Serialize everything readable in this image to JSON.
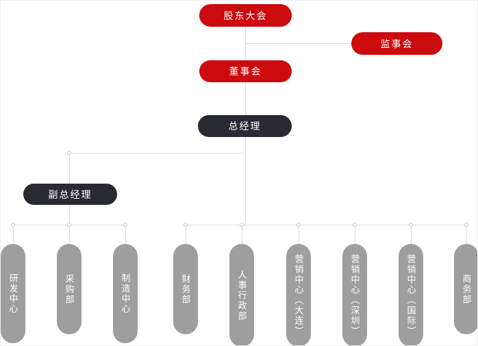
{
  "nodes": {
    "shareholders_meeting": "股东大会",
    "supervisory_board": "监事会",
    "board_of_directors": "董事会",
    "general_manager": "总经理",
    "deputy_general_manager": "副总经理"
  },
  "departments": [
    {
      "label": "研发中心"
    },
    {
      "label": "采购部"
    },
    {
      "label": "制造中心"
    },
    {
      "label": "财务部"
    },
    {
      "label": "人事行政部"
    },
    {
      "label": "营销中心（大连）"
    },
    {
      "label": "营销中心（深圳）"
    },
    {
      "label": "营销中心（国际）"
    },
    {
      "label": "商务部"
    }
  ],
  "colors": {
    "red": "#cc0b0f",
    "dark": "#2a2a33",
    "gray": "#9e9e9e",
    "line": "#dcdcdc"
  }
}
